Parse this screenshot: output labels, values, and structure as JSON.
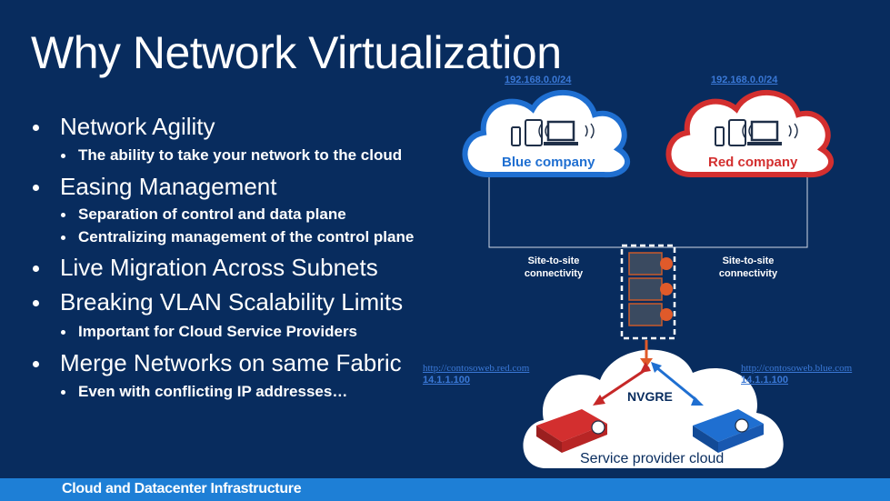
{
  "slide": {
    "title": "Why Network Virtualization",
    "bullets": [
      {
        "text": "Network Agility",
        "sub": [
          "The ability to take your network to the cloud"
        ]
      },
      {
        "text": "Easing Management",
        "sub": [
          "Separation of control and data plane",
          "Centralizing management of the control plane"
        ]
      },
      {
        "text": "Live Migration Across Subnets",
        "sub": []
      },
      {
        "text": "Breaking VLAN Scalability Limits",
        "sub": [
          "Important for Cloud Service Providers"
        ]
      },
      {
        "text": "Merge Networks on same Fabric",
        "sub": [
          "Even with conflicting IP addresses…"
        ]
      }
    ],
    "footer": "Cloud and Datacenter Infrastructure"
  },
  "diagram": {
    "blue_cloud": {
      "subnet": "192.168.0.0/24",
      "name": "Blue company",
      "color": "#1f6fd1"
    },
    "red_cloud": {
      "subnet": "192.168.0.0/24",
      "name": "Red company",
      "color": "#d32f2f"
    },
    "left_site": "Site-to-site connectivity",
    "right_site": "Site-to-site connectivity",
    "left_link": {
      "url": "http://contosoweb.red.com",
      "ip": "14.1.1.100"
    },
    "right_link": {
      "url": "http://contosoweb.blue.com",
      "ip": "14.1.1.100"
    },
    "nvgre": "NVGRE",
    "provider_cloud": "Service provider cloud",
    "icons": [
      "phone-icon",
      "tablet-icon",
      "laptop-icon",
      "wifi-icon",
      "server-rack-icon",
      "red-server-icon",
      "blue-server-icon"
    ]
  }
}
